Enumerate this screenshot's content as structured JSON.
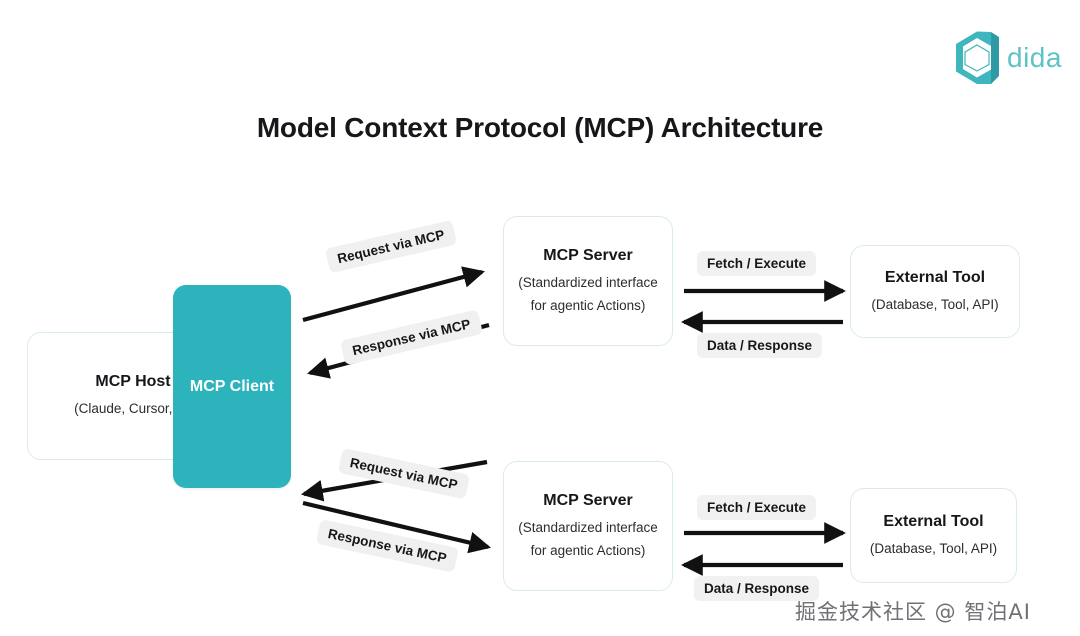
{
  "brand": {
    "logo_icon": "dida-hexagon-d-logo-icon",
    "wordmark": "dida",
    "color": "#5cc3c6"
  },
  "diagram": {
    "title": "Model Context Protocol (MCP) Architecture",
    "background": "#ffffff",
    "accent_color": "#2db3bc",
    "node_border_color": "#d9ece9",
    "label_background": "#f1f1f1",
    "nodes": {
      "host": {
        "title": "MCP Host",
        "subtitle": "(Claude, Cursor, ...)"
      },
      "client": {
        "title": "MCP Client"
      },
      "server": {
        "title": "MCP Server",
        "subtitle_line1": "(Standardized interface",
        "subtitle_line2": "for agentic Actions)"
      },
      "external_tool": {
        "title": "External Tool",
        "subtitle": "(Database, Tool, API)"
      }
    },
    "edges": {
      "request": "Request via MCP",
      "response": "Response via MCP",
      "fetch": "Fetch / Execute",
      "data": "Data / Response"
    }
  },
  "watermark": "掘金技术社区 @ 智泊AI"
}
